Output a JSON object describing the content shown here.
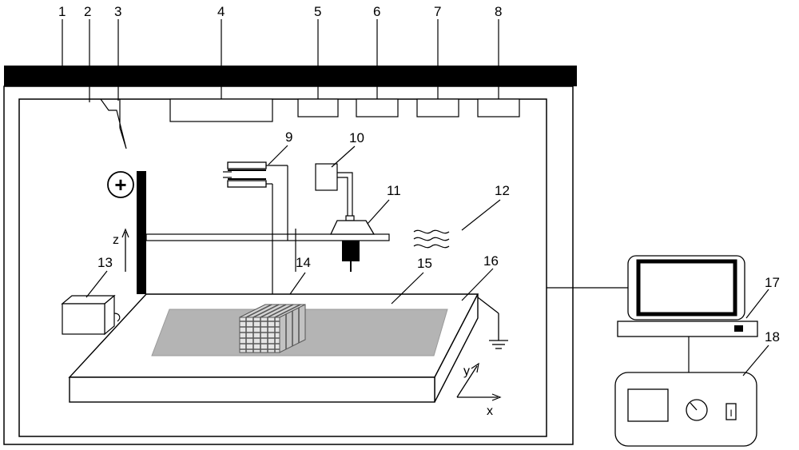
{
  "labels": [
    "1",
    "2",
    "3",
    "4",
    "5",
    "6",
    "7",
    "8",
    "9",
    "10",
    "11",
    "12",
    "13",
    "14",
    "15",
    "16",
    "17",
    "18"
  ],
  "axes": {
    "z": "z",
    "y": "y",
    "x": "x"
  },
  "symbols": {
    "plus": "+",
    "switch": "I"
  },
  "colors": {
    "frame_bar": "#000000",
    "stage_area": "#b4b4b4",
    "line": "#000000"
  }
}
